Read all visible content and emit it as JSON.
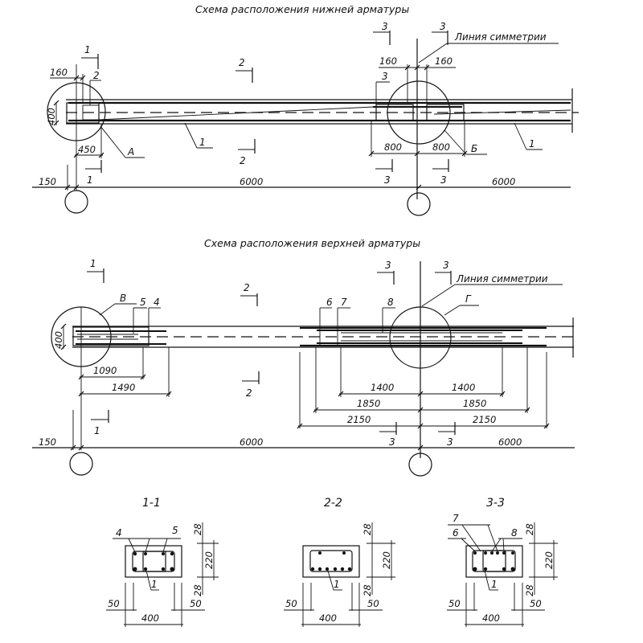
{
  "titles": {
    "bottom_reinforcement": "Схема расположения нижней арматуры",
    "top_reinforcement": "Схема расположения верхней арматуры"
  },
  "labels": {
    "symmetry_line": "Линия симметрии",
    "node_a": "А",
    "node_b": "Б",
    "node_v": "В",
    "node_g": "Г"
  },
  "section_marks": {
    "s1": "1",
    "s2": "2",
    "s3": "3"
  },
  "positions": {
    "p1": "1",
    "p2": "2",
    "p3": "3",
    "p4": "4",
    "p5": "5",
    "p6": "6",
    "p7": "7",
    "p8": "8"
  },
  "bottom_scheme": {
    "dims": {
      "d160_left": "160",
      "d400": "400",
      "d450": "450",
      "d150": "150",
      "span": "6000",
      "span_right": "6000",
      "d160_a": "160",
      "d160_b": "160",
      "d800_a": "800",
      "d800_b": "800"
    }
  },
  "top_scheme": {
    "dims": {
      "d400": "400",
      "d1090": "1090",
      "d1490": "1490",
      "d150": "150",
      "span": "6000",
      "span_right": "6000",
      "d1400_a": "1400",
      "d1400_b": "1400",
      "d1850_a": "1850",
      "d1850_b": "1850",
      "d2150_a": "2150",
      "d2150_b": "2150"
    }
  },
  "sections": [
    {
      "title": "1-1",
      "d_top": "28",
      "d_mid": "220",
      "d_bot": "28",
      "d_left": "50",
      "d_right": "50",
      "d_width": "400"
    },
    {
      "title": "2-2",
      "d_top": "28",
      "d_mid": "220",
      "d_bot": "28",
      "d_left": "50",
      "d_right": "50",
      "d_width": "400"
    },
    {
      "title": "3-3",
      "d_top": "28",
      "d_mid": "220",
      "d_bot": "28",
      "d_left": "50",
      "d_right": "50",
      "d_width": "400"
    }
  ]
}
